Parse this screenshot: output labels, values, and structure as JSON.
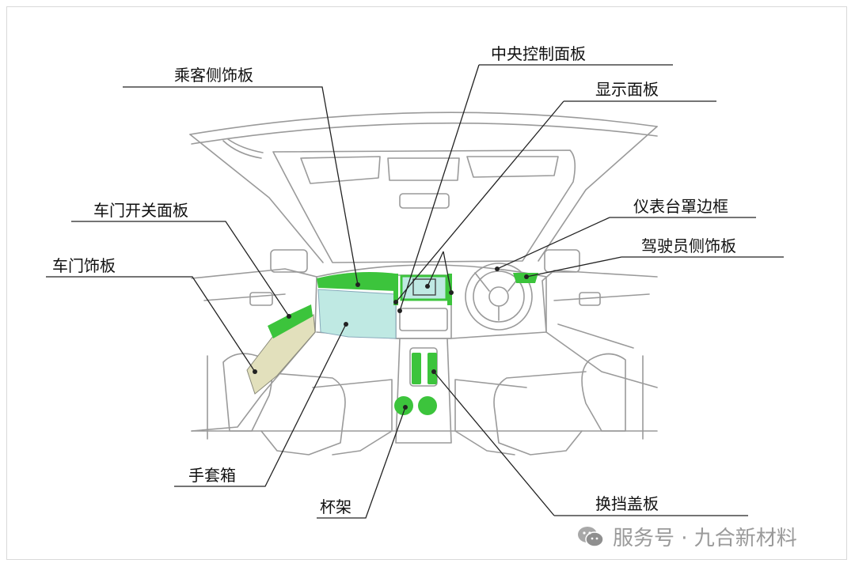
{
  "labels": {
    "passenger_trim": "乘客侧饰板",
    "center_console": "中央控制面板",
    "display_panel": "显示面板",
    "door_switch": "车门开关面板",
    "door_trim": "车门饰板",
    "dash_bezel": "仪表台罩边框",
    "driver_trim": "驾驶员侧饰板",
    "glove_box": "手套箱",
    "cup_holder": "杯架",
    "shift_cover": "换挡盖板"
  },
  "watermark": {
    "text": "服务号 · 九合新材料",
    "icon": "wechat-icon"
  },
  "colors": {
    "highlight_green": "#3cc43c",
    "glovebox_cyan": "#bfe9e3",
    "door_beige": "#e2e0bc",
    "outline": "#9a9a9a",
    "leader": "#222222"
  }
}
